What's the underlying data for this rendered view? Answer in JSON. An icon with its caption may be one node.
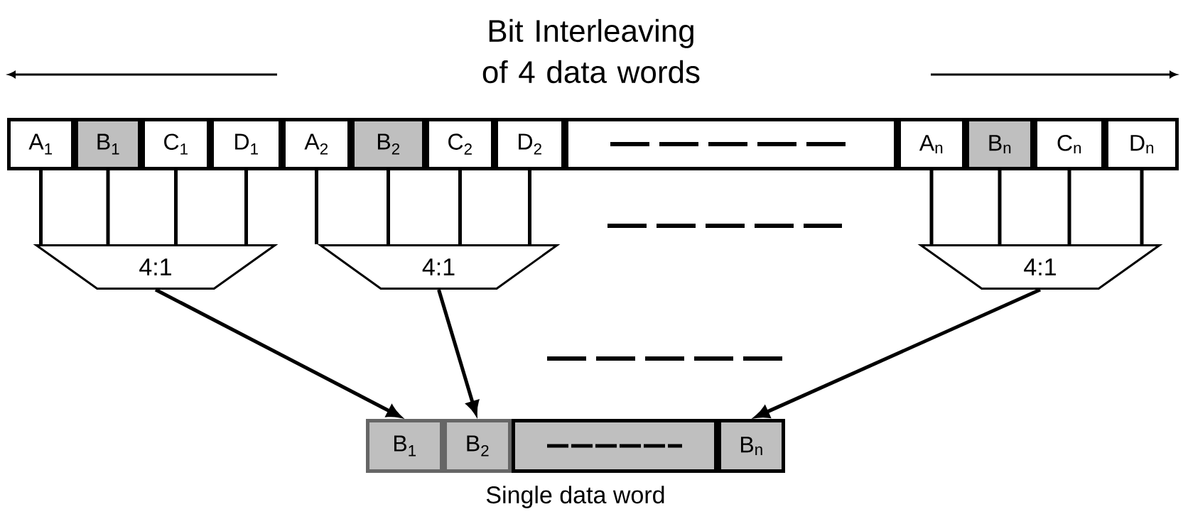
{
  "diagram": {
    "title": "Bit Interleaving of 4 data words",
    "nodes": [
      {
        "text": [
          "A$_{1}$"
        ]
      },
      {
        "text": [
          "B$_{1}$"
        ]
      },
      {
        "text": [
          "C$_{1}$"
        ]
      },
      {
        "text": [
          "D$_{1}$"
        ]
      },
      {
        "text": [
          "A$_{2}$"
        ]
      },
      {
        "text": [
          "B$_{2}$"
        ]
      },
      {
        "text": [
          "C$_{2}$"
        ]
      },
      {
        "text": [
          "D$_{2}$"
        ]
      },
      {
        "text": [],
        "shape": "box"
      },
      {
        "text": [
          "A$_{n}$"
        ]
      },
      {
        "text": [
          "B$_{n}$"
        ]
      },
      {
        "text": [
          "C$_{n}$"
        ]
      },
      {
        "text": [
          "D$_{n}$"
        ]
      },
      {
        "text": [
          "4:1"
        ]
      },
      {
        "text": [
          "4:1"
        ]
      },
      {
        "text": [
          "4:1"
        ]
      },
      {
        "text": [
          "B$_{1}$"
        ]
      },
      {
        "text": [
          "B$_{2}$"
        ]
      },
      {
        "text": [],
        "shape": "box"
      },
      {
        "text": [
          "B$_{n}$"
        ]
      }
    ],
    "edges": [
      {
        "from": 0,
        "to": 13,
        "arrow": "none"
      },
      {
        "from": 1,
        "to": 13,
        "arrow": "none"
      },
      {
        "from": 2,
        "to": 13,
        "arrow": "none"
      },
      {
        "from": 3,
        "to": 13,
        "arrow": "none"
      },
      {
        "from": 4,
        "to": 14,
        "arrow": "none"
      },
      {
        "from": 5,
        "to": 14,
        "arrow": "none"
      },
      {
        "from": 6,
        "to": 14,
        "arrow": "none"
      },
      {
        "from": 7,
        "to": 14,
        "arrow": "none"
      },
      {
        "from": 9,
        "to": 15,
        "arrow": "none"
      },
      {
        "from": 10,
        "to": 15,
        "arrow": "none"
      },
      {
        "from": 11,
        "to": 15,
        "arrow": "none"
      },
      {
        "from": 12,
        "to": 15,
        "arrow": "none"
      },
      {
        "from": 13,
        "to": 16,
        "arrow": "to"
      },
      {
        "from": 14,
        "to": 17,
        "arrow": "to"
      },
      {
        "from": 15,
        "to": 19,
        "arrow": "to"
      }
    ],
    "labels": [
      "Single data word"
    ]
  }
}
